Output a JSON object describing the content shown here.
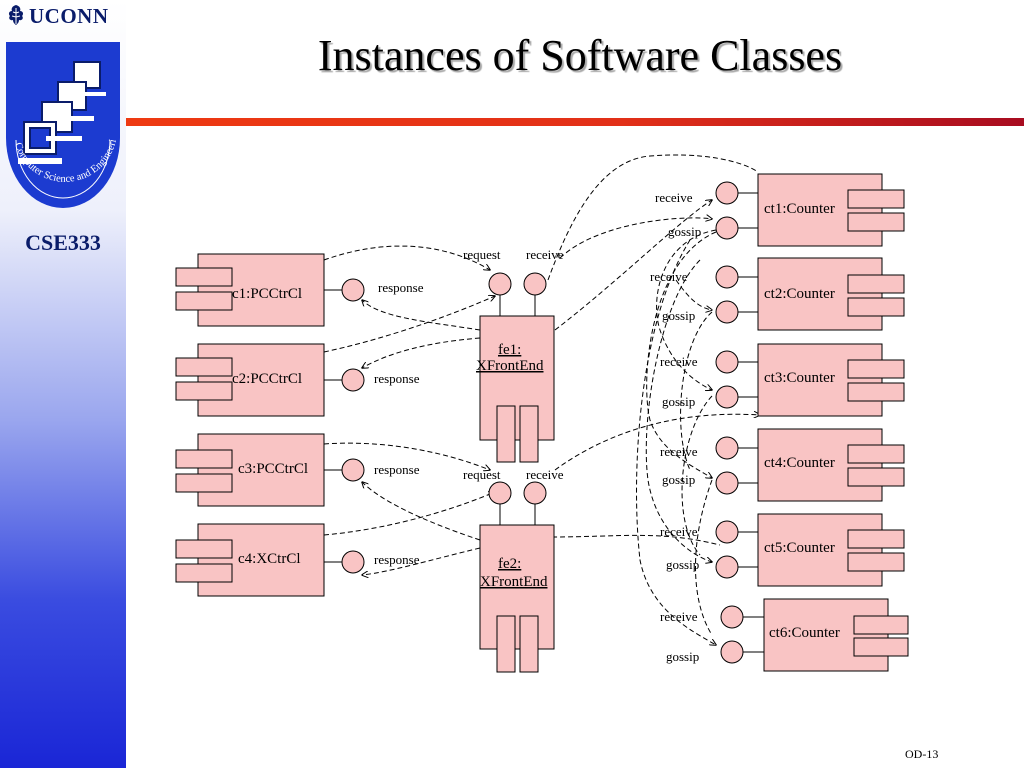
{
  "brand": {
    "name": "UCONN",
    "logo_text": "Computer Science and Engineering"
  },
  "course": "CSE333",
  "title": "Instances of Software Classes",
  "slide_number": "OD-13",
  "colors": {
    "node_fill": "#f9c4c4",
    "rule": "#e43a1a",
    "sidebar_bottom": "#1a26d6",
    "brand_text": "#0a1c6a"
  },
  "icons": {
    "brand_mark": "oak-leaf-icon",
    "logo": "stacked-computers-icon"
  },
  "diagram": {
    "clients": [
      {
        "label": "c1:PCCtrCl",
        "port": "response"
      },
      {
        "label": "c2:PCCtrCl",
        "port": "response"
      },
      {
        "label": "c3:PCCtrCl",
        "port": "response"
      },
      {
        "label": "c4:XCtrCl",
        "port": "response"
      }
    ],
    "frontends": [
      {
        "line1": "fe1:",
        "line2": "XFrontEnd",
        "ports": [
          "request",
          "receive"
        ]
      },
      {
        "line1": "fe2:",
        "line2": "XFrontEnd",
        "ports": [
          "request",
          "receive"
        ]
      }
    ],
    "counters": [
      {
        "label": "ct1:Counter",
        "ports": [
          "receive",
          "gossip"
        ]
      },
      {
        "label": "ct2:Counter",
        "ports": [
          "receive",
          "gossip"
        ]
      },
      {
        "label": "ct3:Counter",
        "ports": [
          "receive",
          "gossip"
        ]
      },
      {
        "label": "ct4:Counter",
        "ports": [
          "receive",
          "gossip"
        ]
      },
      {
        "label": "ct5:Counter",
        "ports": [
          "receive",
          "gossip"
        ]
      },
      {
        "label": "ct6:Counter",
        "ports": [
          "receive",
          "gossip"
        ]
      }
    ]
  }
}
